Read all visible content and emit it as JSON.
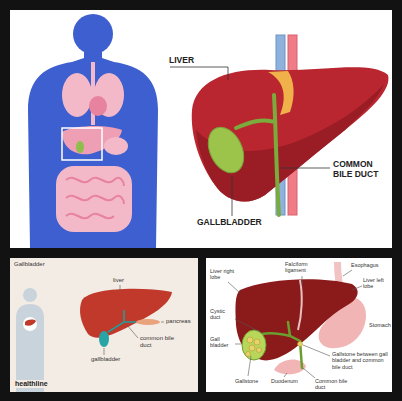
{
  "diagram": {
    "labels": [
      "LIVER",
      "COMMON BILE DUCT",
      "GALLBLADDER",
      "Gallbladder",
      "liver",
      "pancreas",
      "common bile duct",
      "gallbladder",
      "healthline",
      "Falciform ligament",
      "Esophagus",
      "Liver right lobe",
      "Liver left lobe",
      "Cystic duct",
      "Gall bladder",
      "Stomach",
      "Gallstone between gall bladder and common bile duct",
      "Gallstone",
      "Duodenum",
      "Common bile duct"
    ]
  }
}
